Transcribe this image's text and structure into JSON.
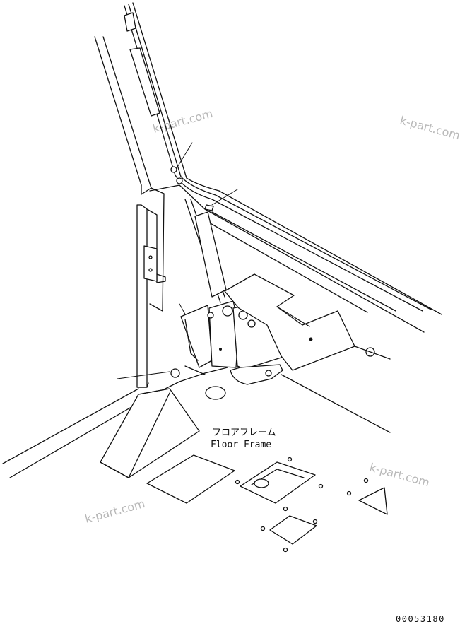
{
  "part_label": {
    "japanese": "フロアフレーム",
    "english": "Floor Frame"
  },
  "drawing_code": "00053180",
  "watermarks": [
    "k-part.com",
    "k-part.com",
    "k-part.com",
    "k-part.com"
  ]
}
